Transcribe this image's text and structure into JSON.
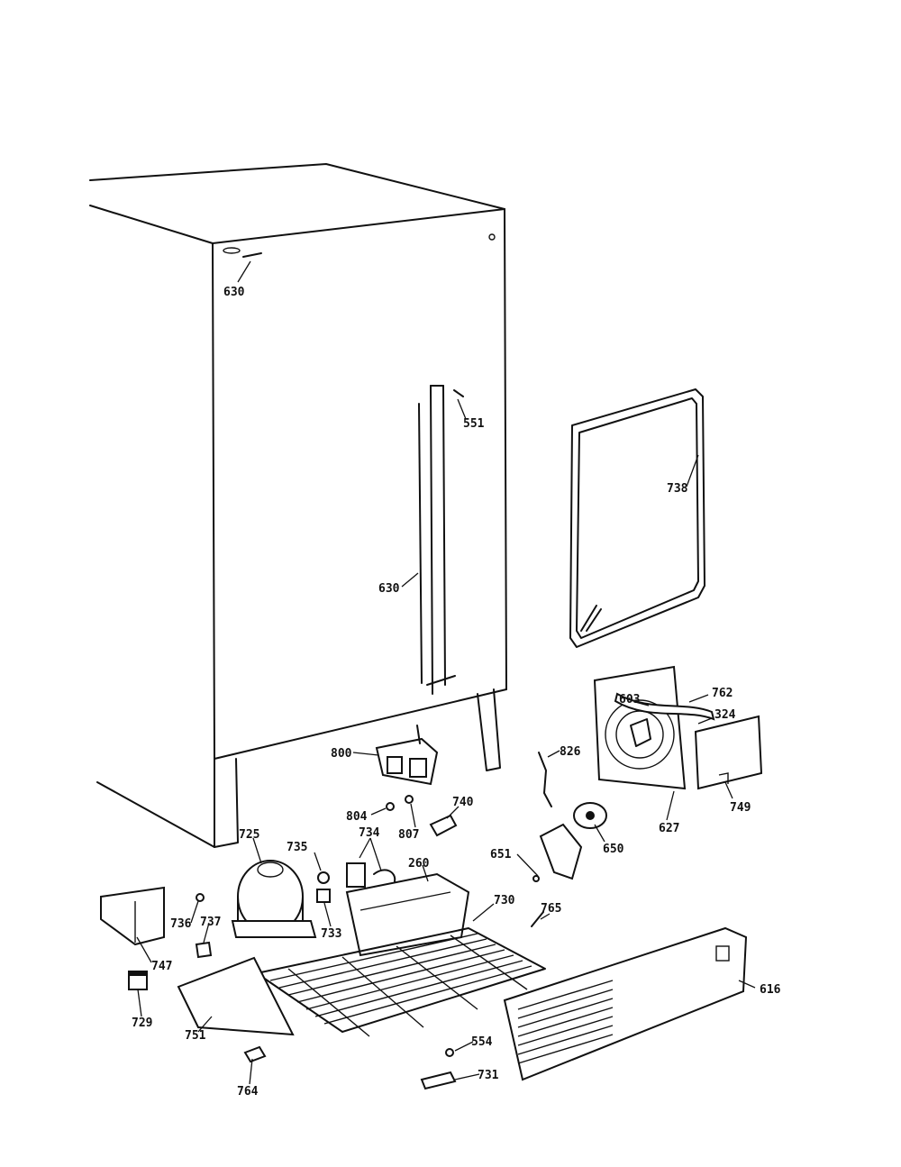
{
  "diagram": {
    "callouts": {
      "c630_top": "630",
      "c551": "551",
      "c738": "738",
      "c630_side": "630",
      "c762": "762",
      "c603": "603",
      "c324": "324",
      "c826": "826",
      "c800": "800",
      "c749": "749",
      "c627": "627",
      "c740": "740",
      "c804": "804",
      "c807": "807",
      "c650": "650",
      "c725": "725",
      "c735": "735",
      "c734": "734",
      "c260": "260",
      "c651": "651",
      "c730": "730",
      "c765": "765",
      "c736": "736",
      "c737": "737",
      "c733": "733",
      "c747": "747",
      "c616": "616",
      "c729": "729",
      "c751": "751",
      "c554": "554",
      "c731": "731",
      "c764": "764"
    }
  }
}
